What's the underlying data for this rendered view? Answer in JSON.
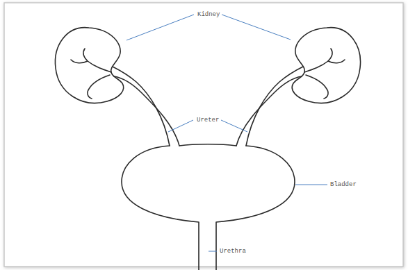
{
  "diagram": {
    "labels": [
      "Kidney",
      "Ureter",
      "Bladder",
      "Urethra"
    ]
  }
}
